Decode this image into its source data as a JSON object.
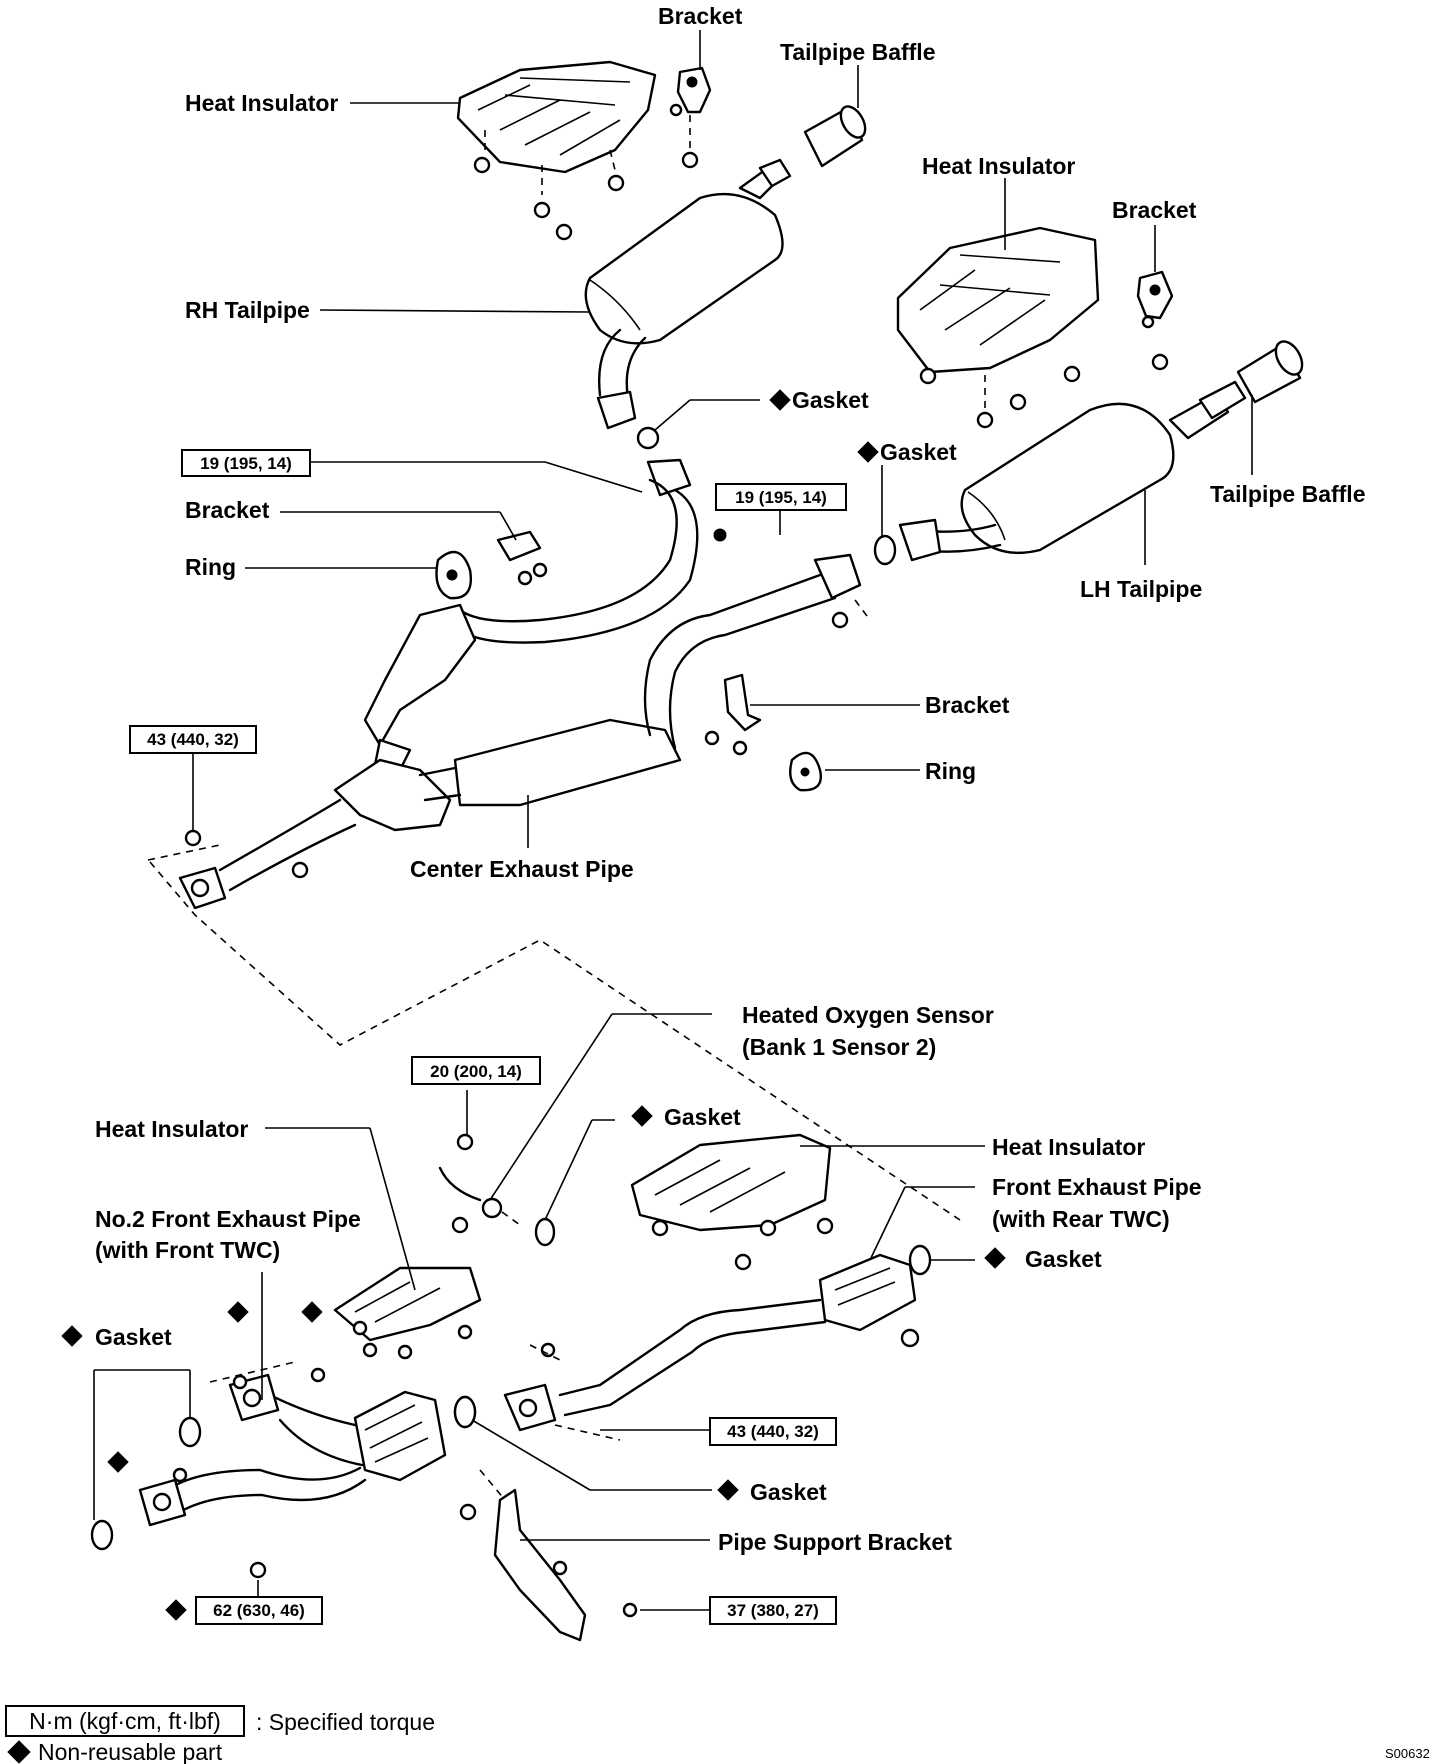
{
  "labels": {
    "bracket_top": "Bracket",
    "tailpipe_baffle_top": "Tailpipe Baffle",
    "heat_insulator_top_left": "Heat Insulator",
    "heat_insulator_top_right": "Heat Insulator",
    "bracket_top_right": "Bracket",
    "rh_tailpipe": "RH Tailpipe",
    "gasket_rh": "Gasket",
    "gasket_lh": "Gasket",
    "tailpipe_baffle_right": "Tailpipe Baffle",
    "bracket_mid_left": "Bracket",
    "ring_left": "Ring",
    "lh_tailpipe": "LH Tailpipe",
    "bracket_mid_right": "Bracket",
    "ring_right": "Ring",
    "center_exhaust_pipe": "Center Exhaust Pipe",
    "heated_oxygen_sensor_1": "Heated Oxygen Sensor",
    "heated_oxygen_sensor_2": "(Bank 1 Sensor 2)",
    "heat_insulator_lower_left": "Heat Insulator",
    "gasket_lower_mid": "Gasket",
    "heat_insulator_lower_right": "Heat Insulator",
    "front_exhaust_pipe_1": "Front Exhaust Pipe",
    "front_exhaust_pipe_2": "(with Rear TWC)",
    "no2_front_pipe_1": "No.2 Front Exhaust Pipe",
    "no2_front_pipe_2": "(with Front TWC)",
    "gasket_lower_right": "Gasket",
    "gasket_lower_left": "Gasket",
    "gasket_lower_center": "Gasket",
    "pipe_support_bracket": "Pipe Support Bracket"
  },
  "torques": {
    "t19_left": "19 (195, 14)",
    "t19_right": "19 (195, 14)",
    "t43_upper": "43 (440, 32)",
    "t20": "20 (200, 14)",
    "t43_lower": "43 (440, 32)",
    "t62": "62 (630, 46)",
    "t37": "37 (380, 27)"
  },
  "legend": {
    "torque_box": "N·m (kgf·cm, ft·lbf)",
    "torque_text": ": Specified torque",
    "nonreusable_text": "Non-reusable part"
  },
  "figure_code": "S00632"
}
